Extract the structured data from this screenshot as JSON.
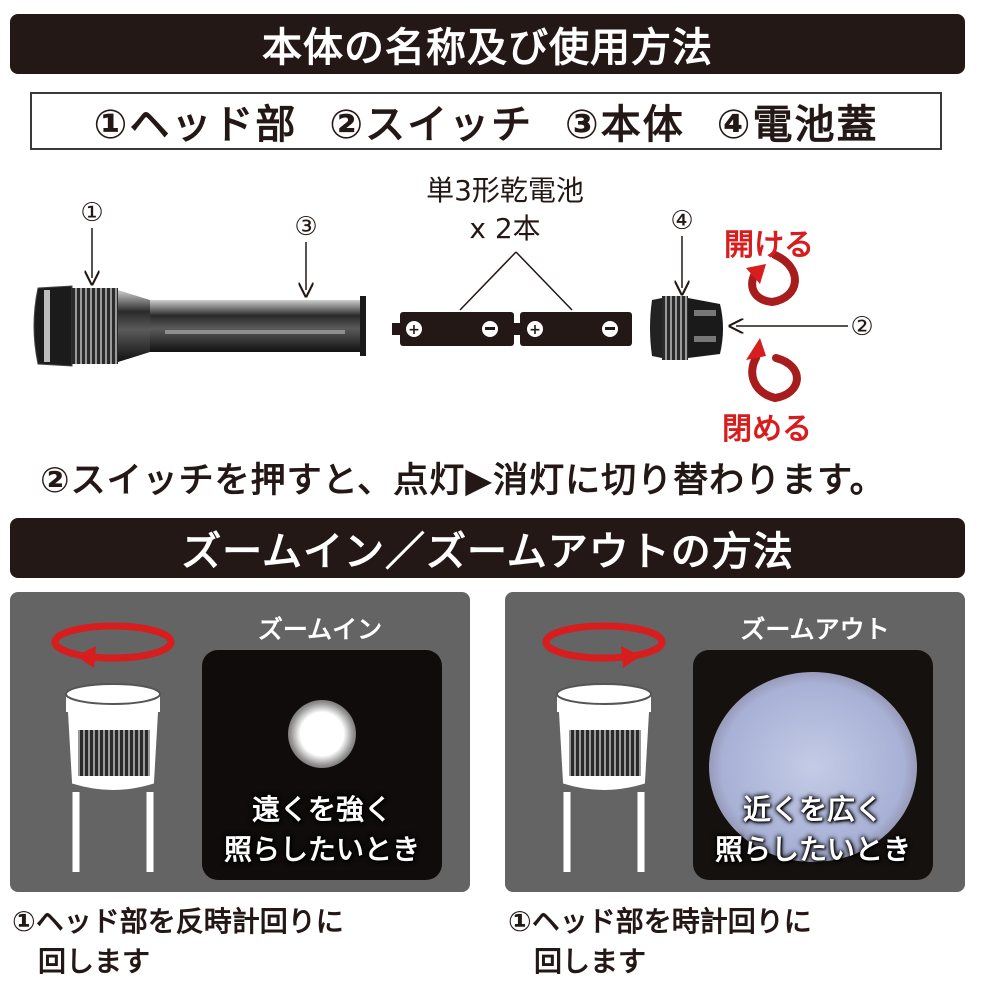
{
  "section1": {
    "title": "本体の名称及び使用方法",
    "parts_line": "①ヘッド部  ②スイッチ  ③本体  ④電池蓋",
    "marker_1": "①",
    "marker_3": "③",
    "marker_4": "④",
    "marker_2": "②",
    "battery_label_1": "単3形乾電池",
    "battery_label_2": "x 2本",
    "open_label": "開ける",
    "close_label": "閉める",
    "instruction": "②スイッチを押すと、点灯▶消灯に切り替わります。",
    "colors": {
      "accent_red": "#d71d1d",
      "banner": "#231815"
    }
  },
  "section2": {
    "title": "ズームイン／ズームアウトの方法",
    "zoom_in": {
      "title": "ズームイン",
      "caption_1": "遠くを強く",
      "caption_2": "照らしたいとき",
      "note_1": "①ヘッド部を反時計回りに",
      "note_2": "回します"
    },
    "zoom_out": {
      "title": "ズームアウト",
      "caption_1": "近くを広く",
      "caption_2": "照らしたいとき",
      "note_1": "①ヘッド部を時計回りに",
      "note_2": "回します"
    }
  }
}
